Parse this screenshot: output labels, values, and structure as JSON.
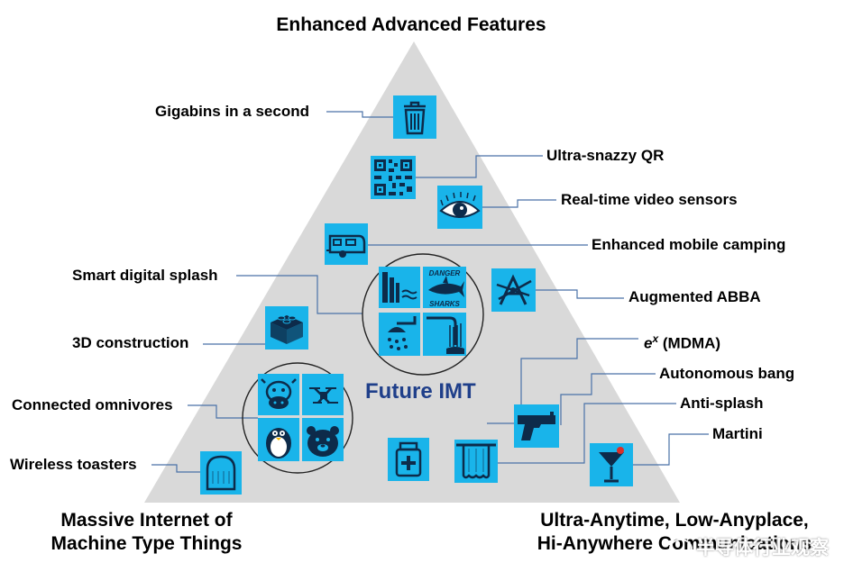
{
  "title": "Enhanced Advanced Features",
  "center_label": "Future IMT",
  "corner_left": [
    "Massive Internet of",
    "Machine Type Things"
  ],
  "corner_right": [
    "Ultra-Anytime, Low-Anyplace,",
    "Hi-Anywhere Communications"
  ],
  "labels": {
    "gigabins": "Gigabins in a second",
    "qr": "Ultra-snazzy QR",
    "video": "Real-time video sensors",
    "camping": "Enhanced mobile camping",
    "splash": "Smart digital splash",
    "abba": "Augmented ABBA",
    "construction": "3D construction",
    "mdma_base": "e",
    "mdma_sup": "x",
    "mdma_rest": " (MDMA)",
    "bang": "Autonomous bang",
    "antisplash": "Anti-splash",
    "omnivores": "Connected omnivores",
    "martini": "Martini",
    "toasters": "Wireless toasters"
  },
  "shark_icon_text": [
    "DANGER",
    "SHARKS"
  ],
  "watermark": "半导体行业观察",
  "colors": {
    "icon_fill": "#19b4ea",
    "pyramid": "#d9d9d9",
    "leader_line": "#4a72a8",
    "center_text": "#1f3f8a"
  },
  "icons": [
    "trash-icon",
    "qr-code-icon",
    "eye-icon",
    "camper-icon",
    "dam-icon",
    "shark-icon",
    "shower-icon",
    "waterfall-icon",
    "abba-icon",
    "lego-brick-icon",
    "cow-icon",
    "drone-icon",
    "penguin-icon",
    "bear-icon",
    "toast-icon",
    "medicine-icon",
    "towel-icon",
    "gun-icon",
    "martini-icon"
  ]
}
